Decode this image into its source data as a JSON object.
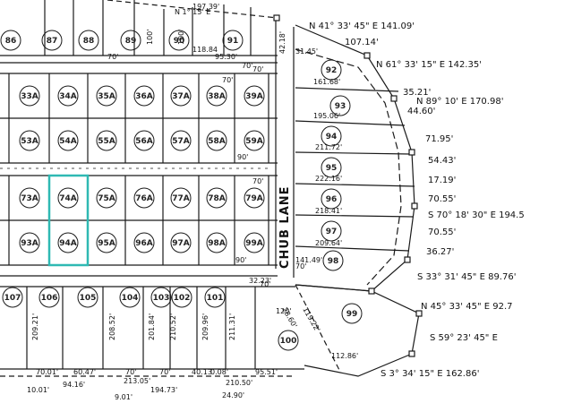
{
  "plat": {
    "street_name": "CHUB LANE",
    "street_width": "70'",
    "highlight_color": "#2fb9b3",
    "ink_color": "#1a1a1a",
    "top_row_lots": [
      "86",
      "87",
      "88",
      "89",
      "90",
      "91"
    ],
    "row_a_lots": [
      "33A",
      "34A",
      "35A",
      "36A",
      "37A",
      "38A",
      "39A"
    ],
    "row_b_lots": [
      "53A",
      "54A",
      "55A",
      "56A",
      "57A",
      "58A",
      "59A"
    ],
    "row_c_lots": [
      "73A",
      "74A",
      "75A",
      "76A",
      "77A",
      "78A",
      "79A"
    ],
    "row_d_lots": [
      "93A",
      "94A",
      "95A",
      "96A",
      "97A",
      "98A",
      "99A"
    ],
    "right_lots": [
      "92",
      "93",
      "94",
      "95",
      "96",
      "97",
      "98",
      "99"
    ],
    "bottom_lots": [
      "107",
      "106",
      "105",
      "104",
      "103",
      "102",
      "101",
      "100"
    ],
    "highlighted_lot": "74A",
    "bearings": {
      "b1": "N 41° 33' 45\" E 141.09'",
      "b2": "N 61° 33' 15\" E 142.35'",
      "b3": "N 89° 10' E 170.98'",
      "b4": "S 70° 18' 30\" E 194.5",
      "b5": "S 33° 31' 45\" E 89.76'",
      "b6": "N 45° 33' 45\" E 92.7",
      "b7": "S 59° 23' 45\" E",
      "b8": "S 3° 34' 15\" E 162.86'"
    },
    "right_distances": [
      "107.14'",
      "35.21'",
      "44.60'",
      "71.95'",
      "54.43'",
      "17.19'",
      "70.55'",
      "70.55'",
      "36.27'"
    ],
    "right_lot_depths": [
      "161.68'",
      "195.06'",
      "211.72'",
      "222.16'",
      "218.41'",
      "209.64'"
    ],
    "top_measures": [
      "197.39'",
      "N 1° 15' E",
      "118.84",
      "100'",
      "100'",
      "70'",
      "70'",
      "95.30'",
      "31.45'",
      "42.18'"
    ],
    "grid_measures": [
      "70'",
      "70'",
      "70'",
      "90'",
      "90'",
      "70'",
      "32.23'",
      "141.49'"
    ],
    "bottom_measures": [
      "209.21'",
      "70.01'",
      "60.47'",
      "208.52'",
      "201.84'",
      "210.52'",
      "209.96'",
      "211.31'",
      "70'",
      "70'",
      "40.13",
      "0.08'",
      "95.51'",
      "10.01'",
      "94.16'",
      "213.05'",
      "194.73'",
      "9.01'",
      "210.50'",
      "24.90'",
      "112.86'",
      "28.60'",
      "119.22'",
      "120'"
    ]
  }
}
